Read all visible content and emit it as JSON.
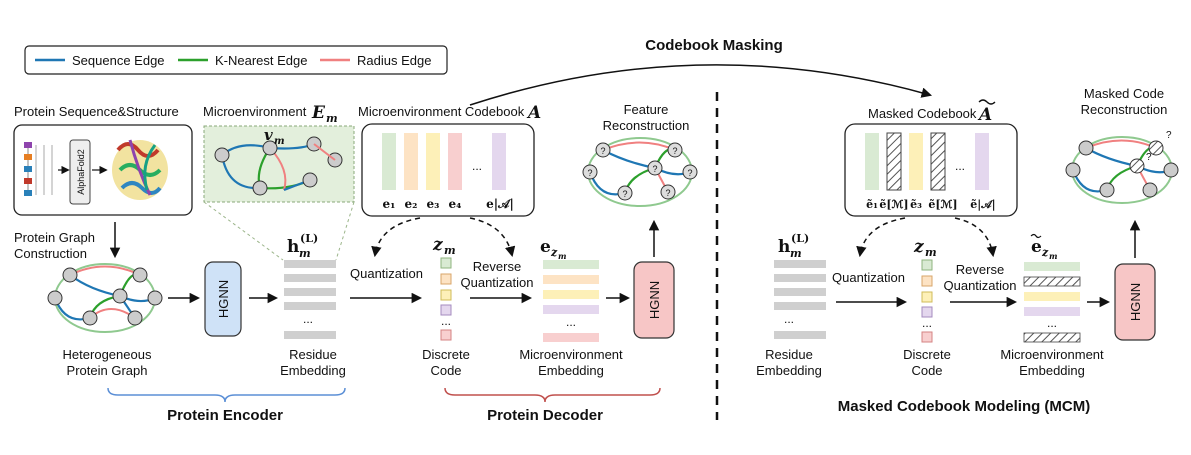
{
  "legend": {
    "sequence_edge": "Sequence Edge",
    "knn_edge": "K-Nearest Edge",
    "radius_edge": "Radius Edge"
  },
  "colors": {
    "sequence": "#1f77b4",
    "knn": "#2ca02c",
    "radius": "#f08080",
    "hgnn_blue": "#cfe2f7",
    "hgnn_red": "#f7c6c6",
    "code_green": "#d9ead3",
    "code_orange": "#fde3c4",
    "code_yellow": "#fdf0b8",
    "code_red": "#f8cfcf",
    "code_purple": "#e4d7ee",
    "micro_bg": "#e3efdc"
  },
  "top": {
    "codebook_masking": "Codebook Masking"
  },
  "encoder": {
    "protein_seq_struct": "Protein Sequence&Structure",
    "alphafold": "AlphaFold2",
    "graph_construction_1": "Protein Graph",
    "graph_construction_2": "Construction",
    "hetero_1": "Heterogeneous",
    "hetero_2": "Protein Graph",
    "hgnn": "HGNN",
    "residue_1": "Residue",
    "residue_2": "Embedding",
    "h_symbol": "h",
    "h_sub": "m",
    "h_sup": "(L)",
    "ellipsis": "...",
    "section": "Protein Encoder"
  },
  "micro": {
    "title": "Microenvironment",
    "symbol": "E",
    "symbol_sub": "m",
    "node_label": "v",
    "node_sub": "m"
  },
  "codebook": {
    "title": "Microenvironment Codebook",
    "symbol": "A",
    "codes": [
      "e₁",
      "e₂",
      "e₃",
      "e₄",
      "e|𝒜|"
    ],
    "ellipsis": "..."
  },
  "decoder": {
    "quantization": "Quantization",
    "reverse_1": "Reverse",
    "reverse_2": "Quantization",
    "z_symbol": "z",
    "z_sub": "m",
    "e_symbol": "e",
    "e_sub": "z",
    "e_subsub": "m",
    "discrete_1": "Discrete",
    "discrete_2": "Code",
    "micro_emb_1": "Microenvironment",
    "micro_emb_2": "Embedding",
    "feature_1": "Feature",
    "feature_2": "Reconstruction",
    "hgnn": "HGNN",
    "section": "Protein Decoder",
    "question": "?"
  },
  "mcm": {
    "masked_codebook": "Masked Codebook",
    "masked_symbol": "A",
    "codes": [
      "ẽ₁",
      "ẽ[ℳ]",
      "ẽ₃",
      "ẽ[ℳ]",
      "ẽ|𝒜|"
    ],
    "masked_code_1": "Masked Code",
    "masked_code_2": "Reconstruction",
    "quantization": "Quantization",
    "reverse_1": "Reverse",
    "reverse_2": "Quantization",
    "residue_1": "Residue",
    "residue_2": "Embedding",
    "discrete_1": "Discrete",
    "discrete_2": "Code",
    "micro_emb_1": "Microenvironment",
    "micro_emb_2": "Embedding",
    "hgnn": "HGNN",
    "section": "Masked Codebook Modeling (MCM)",
    "ellipsis": "...",
    "question": "?"
  }
}
